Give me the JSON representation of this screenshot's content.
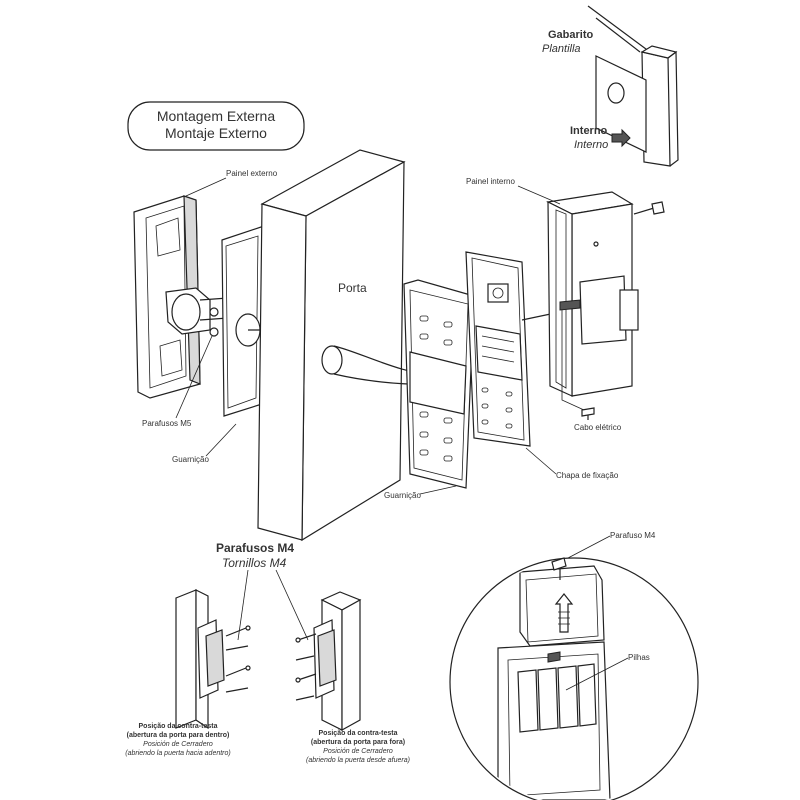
{
  "title": {
    "line1": "Montagem Externa",
    "line2": "Montaje Externo"
  },
  "template": {
    "label_pt": "Gabarito",
    "label_es": "Plantilla",
    "side_pt": "Interno",
    "side_es": "Interno"
  },
  "parts": {
    "external_panel": "Painel externo",
    "internal_panel": "Painel interno",
    "screws_m5": "Parafusos M5",
    "gasket_left": "Guarnição",
    "door": "Porta",
    "gasket_center": "Guarnição",
    "fixing_plate": "Chapa de fixação",
    "electric_cable": "Cabo elétrico",
    "screw_m4": "Parafuso M4",
    "batteries": "Pilhas"
  },
  "m4": {
    "title_pt": "Parafusos M4",
    "title_es": "Tornillos M4"
  },
  "strike": {
    "left": {
      "pt1": "Posição da contra-testa",
      "pt2": "(abertura da porta para dentro)",
      "es1": "Posición de Cerradero",
      "es2": "(abriendo la puerta hacia adentro)"
    },
    "right": {
      "pt1": "Posição da contra-testa",
      "pt2": "(abertura da porta para fora)",
      "es1": "Posición de Cerradero",
      "es2": "(abriendo la puerta desde afuera)"
    }
  }
}
